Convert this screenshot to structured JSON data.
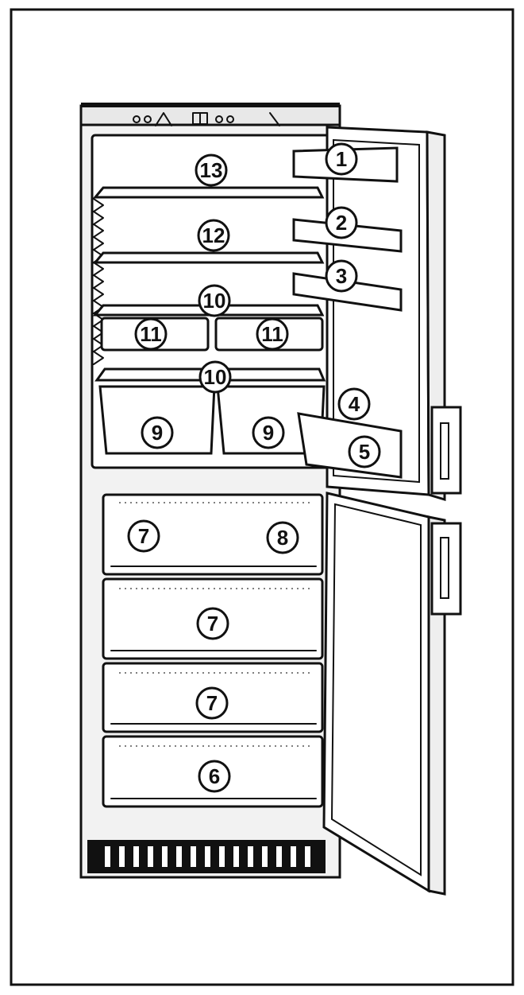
{
  "diagram": {
    "subject": "refrigerator-freezer-open-view",
    "colors": {
      "ink": "#111111",
      "paper": "#ffffff",
      "cabinet": "#f2f2f2"
    },
    "callouts": [
      {
        "id": "c13",
        "label": "13"
      },
      {
        "id": "c12",
        "label": "12"
      },
      {
        "id": "c10a",
        "label": "10"
      },
      {
        "id": "c11a",
        "label": "11"
      },
      {
        "id": "c11b",
        "label": "11"
      },
      {
        "id": "c10b",
        "label": "10"
      },
      {
        "id": "c9a",
        "label": "9"
      },
      {
        "id": "c9b",
        "label": "9"
      },
      {
        "id": "c1",
        "label": "1"
      },
      {
        "id": "c2",
        "label": "2"
      },
      {
        "id": "c3",
        "label": "3"
      },
      {
        "id": "c4",
        "label": "4"
      },
      {
        "id": "c5",
        "label": "5"
      },
      {
        "id": "c7a",
        "label": "7"
      },
      {
        "id": "c8",
        "label": "8"
      },
      {
        "id": "c7b",
        "label": "7"
      },
      {
        "id": "c7c",
        "label": "7"
      },
      {
        "id": "c6",
        "label": "6"
      }
    ]
  }
}
